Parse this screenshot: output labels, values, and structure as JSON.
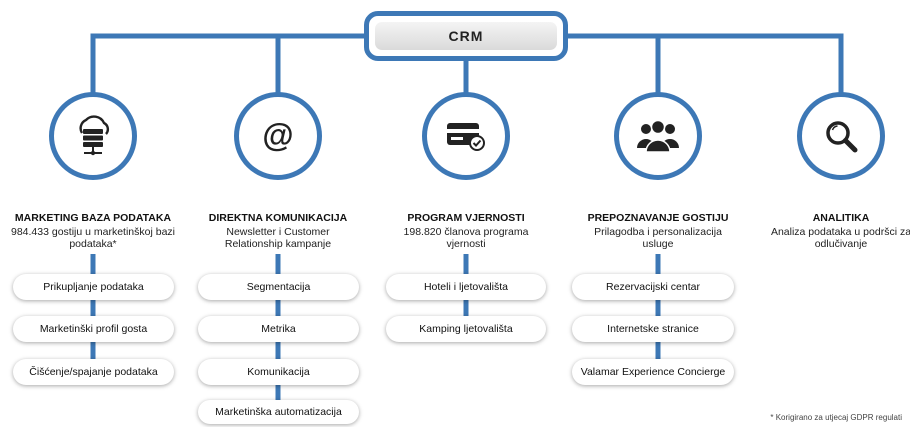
{
  "center": {
    "label": "CRM"
  },
  "columns": [
    {
      "icon": "cloud-database-icon",
      "title": "MARKETING BAZA PODATAKA",
      "description": "984.433 gostiju u marketinškoj bazi podataka*",
      "items": [
        "Prikupljanje podataka",
        "Marketinški profil gosta",
        "Čišćenje/spajanje podataka"
      ]
    },
    {
      "icon": "at-sign-icon",
      "title": "DIREKTNA KOMUNIKACIJA",
      "description": "Newsletter i Customer Relationship kampanje",
      "items": [
        "Segmentacija",
        "Metrika",
        "Komunikacija",
        "Marketinška automatizacija"
      ]
    },
    {
      "icon": "loyalty-card-icon",
      "title": "PROGRAM VJERNOSTI",
      "description": "198.820 članova programa vjernosti",
      "items": [
        "Hoteli i ljetovališta",
        "Kamping ljetovališta"
      ]
    },
    {
      "icon": "guests-group-icon",
      "title": "PREPOZNAVANJE GOSTIJU",
      "description": "Prilagodba i personalizacija usluge",
      "items": [
        "Rezervacijski centar",
        "Internetske stranice",
        "Valamar Experience Concierge"
      ]
    },
    {
      "icon": "magnifier-icon",
      "title": "ANALITIKA",
      "description": "Analiza podataka u podršci za odlučivanje",
      "items": []
    }
  ],
  "footnote": "* Korigirano za utjecaj GDPR regulati",
  "colors": {
    "accent": "#3d78b6",
    "icon_dark": "#222222"
  }
}
